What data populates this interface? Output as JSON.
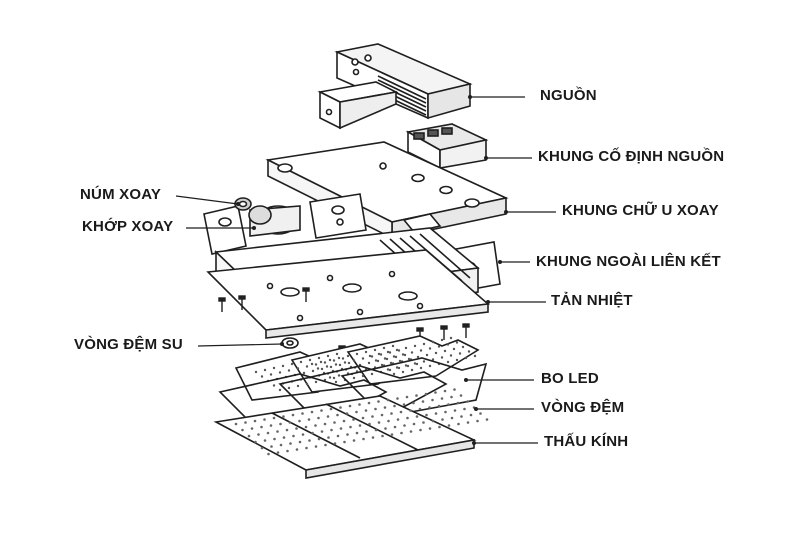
{
  "labels": {
    "nguon": "NGUỒN",
    "khung_co_dinh_nguon": "KHUNG CỐ ĐỊNH NGUỒN",
    "khung_chu_u_xoay": "KHUNG CHỮ U XOAY",
    "khung_ngoai_lien_ket": "KHUNG NGOÀI LIÊN KẾT",
    "tan_nhiet": "TẢN NHIỆT",
    "bo_led": "BO LED",
    "vong_dem": "VÒNG ĐỆM",
    "thau_kinh": "THẤU KÍNH",
    "num_xoay": "NÚM XOAY",
    "khop_xoay": "KHỚP XOAY",
    "vong_dem_su": "VÒNG ĐỆM SU"
  },
  "colors": {
    "line": "#1f1f1f",
    "fill": "#ffffff",
    "shade": "#d9d9d9",
    "text": "#1a1a1a"
  }
}
